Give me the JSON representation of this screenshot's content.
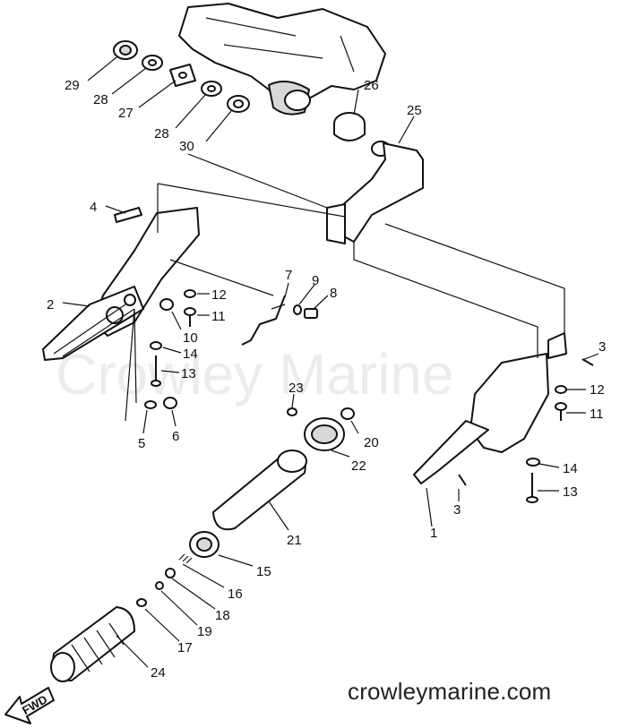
{
  "watermark": "Crowley Marine",
  "site_caption": "crowleymarine.com",
  "direction_arrow": "FWD",
  "part_numbers": {
    "p29": "29",
    "p28a": "28",
    "p27": "27",
    "p28b": "28",
    "p30": "30",
    "p26": "26",
    "p25": "25",
    "p4": "4",
    "p2": "2",
    "p7": "7",
    "p9": "9",
    "p8": "8",
    "p12a": "12",
    "p11a": "11",
    "p10": "10",
    "p14a": "14",
    "p13a": "13",
    "p5": "5",
    "p6": "6",
    "p23": "23",
    "p20": "20",
    "p22": "22",
    "p3a": "3",
    "p12b": "12",
    "p11b": "11",
    "p14b": "14",
    "p13b": "13",
    "p3b": "3",
    "p21": "21",
    "p15": "15",
    "p16": "16",
    "p18": "18",
    "p19": "19",
    "p17": "17",
    "p24": "24",
    "p1": "1"
  }
}
